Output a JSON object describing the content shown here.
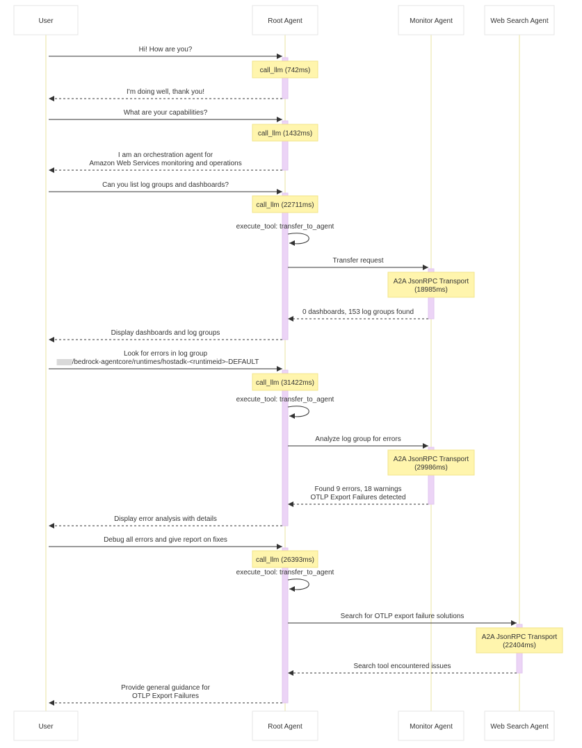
{
  "participants": [
    {
      "id": "user",
      "label": "User"
    },
    {
      "id": "root",
      "label": "Root Agent"
    },
    {
      "id": "monitor",
      "label": "Monitor Agent"
    },
    {
      "id": "websearch",
      "label": "Web Search Agent"
    }
  ],
  "messages": [
    {
      "from": "user",
      "to": "root",
      "style": "solid",
      "lines": [
        "Hi! How are you?"
      ]
    },
    {
      "from": "root",
      "to": "user",
      "style": "dashed",
      "lines": [
        "I'm doing well, thank you!"
      ]
    },
    {
      "from": "user",
      "to": "root",
      "style": "solid",
      "lines": [
        "What are your capabilities?"
      ]
    },
    {
      "from": "root",
      "to": "user",
      "style": "dashed",
      "lines": [
        "I am an orchestration agent for",
        "Amazon Web Services monitoring and operations"
      ]
    },
    {
      "from": "user",
      "to": "root",
      "style": "solid",
      "lines": [
        "Can you list log groups and dashboards?"
      ]
    },
    {
      "from": "root",
      "to": "root",
      "style": "self",
      "lines": [
        "execute_tool: transfer_to_agent"
      ]
    },
    {
      "from": "root",
      "to": "monitor",
      "style": "solid",
      "lines": [
        "Transfer request"
      ]
    },
    {
      "from": "monitor",
      "to": "root",
      "style": "dashed",
      "lines": [
        "0 dashboards, 153 log groups found"
      ]
    },
    {
      "from": "root",
      "to": "user",
      "style": "dashed",
      "lines": [
        "Display dashboards and log groups"
      ]
    },
    {
      "from": "user",
      "to": "root",
      "style": "solid",
      "lines": [
        "Look for errors in log group",
        "/bedrock-agentcore/runtimes/hostadk-<runtimeid>-DEFAULT"
      ]
    },
    {
      "from": "root",
      "to": "root",
      "style": "self",
      "lines": [
        "execute_tool: transfer_to_agent"
      ]
    },
    {
      "from": "root",
      "to": "monitor",
      "style": "solid",
      "lines": [
        "Analyze log group for errors"
      ]
    },
    {
      "from": "monitor",
      "to": "root",
      "style": "dashed",
      "lines": [
        "Found 9 errors, 18 warnings",
        "OTLP Export Failures detected"
      ]
    },
    {
      "from": "root",
      "to": "user",
      "style": "dashed",
      "lines": [
        "Display error analysis with details"
      ]
    },
    {
      "from": "user",
      "to": "root",
      "style": "solid",
      "lines": [
        "Debug all errors and give report on fixes"
      ]
    },
    {
      "from": "root",
      "to": "root",
      "style": "self",
      "lines": [
        "execute_tool: transfer_to_agent"
      ]
    },
    {
      "from": "root",
      "to": "websearch",
      "style": "solid",
      "lines": [
        "Search for OTLP export failure solutions"
      ]
    },
    {
      "from": "websearch",
      "to": "root",
      "style": "dashed",
      "lines": [
        "Search tool encountered issues"
      ]
    },
    {
      "from": "root",
      "to": "user",
      "style": "dashed",
      "lines": [
        "Provide general guidance for",
        "OTLP Export Failures"
      ]
    }
  ],
  "notes": [
    {
      "over": "root",
      "lines": [
        "call_llm (742ms)"
      ]
    },
    {
      "over": "root",
      "lines": [
        "call_llm (1432ms)"
      ]
    },
    {
      "over": "root",
      "lines": [
        "call_llm (22711ms)"
      ]
    },
    {
      "over": "monitor",
      "lines": [
        "A2A JsonRPC Transport",
        "(18985ms)"
      ]
    },
    {
      "over": "root",
      "lines": [
        "call_llm (31422ms)"
      ]
    },
    {
      "over": "monitor",
      "lines": [
        "A2A JsonRPC Transport",
        "(29986ms)"
      ]
    },
    {
      "over": "root",
      "lines": [
        "call_llm (26393ms)"
      ]
    },
    {
      "over": "websearch",
      "lines": [
        "A2A JsonRPC Transport",
        "(22404ms)"
      ]
    }
  ],
  "colors": {
    "note_fill": "#fff5ad",
    "activation_fill": "#ecd4f6",
    "lifeline": "#e8e3a0",
    "text": "#333333"
  }
}
